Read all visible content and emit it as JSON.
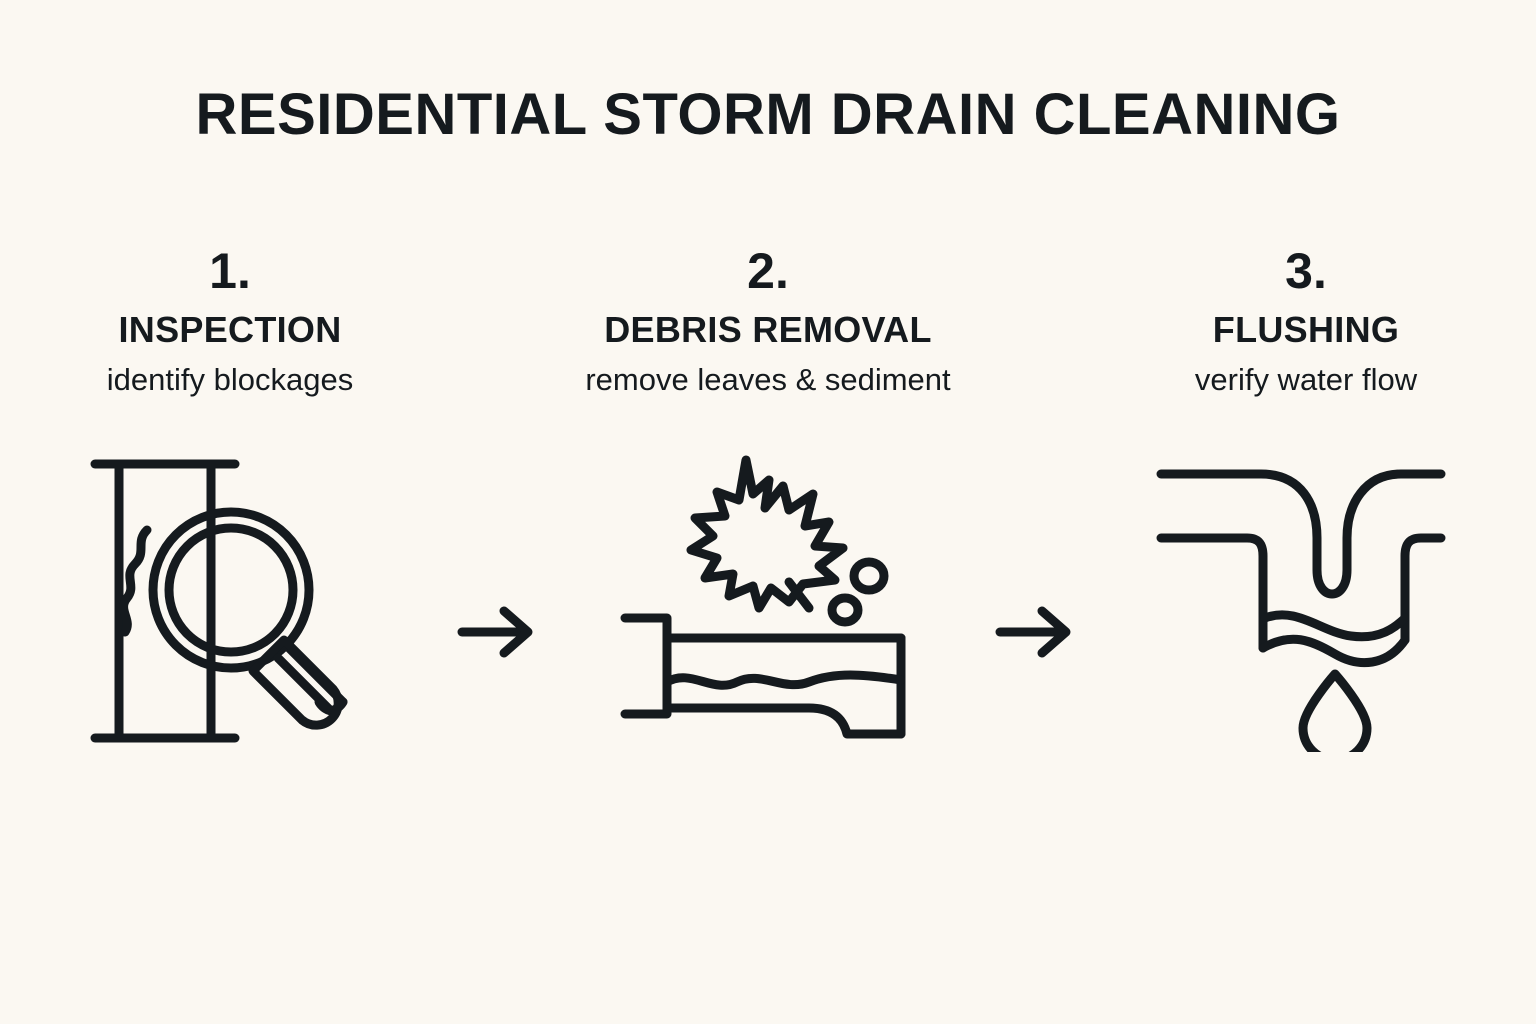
{
  "page": {
    "background_color": "#FBF8F2",
    "ink_color": "#151A1E",
    "title": "RESIDENTIAL STORM DRAIN CLEANING"
  },
  "steps": [
    {
      "number": "1.",
      "title": "INSPECTION",
      "caption": "identify blockages",
      "icon_name": "pipe-magnifier-icon"
    },
    {
      "number": "2.",
      "title": "DEBRIS REMOVAL",
      "caption": "remove leaves & sediment",
      "icon_name": "leaf-gutter-icon"
    },
    {
      "number": "3.",
      "title": "FLUSHING",
      "caption": "verify water flow",
      "icon_name": "drain-water-droplet-icon"
    }
  ],
  "connectors": [
    {
      "icon_name": "arrow-right-icon"
    },
    {
      "icon_name": "arrow-right-icon"
    }
  ]
}
